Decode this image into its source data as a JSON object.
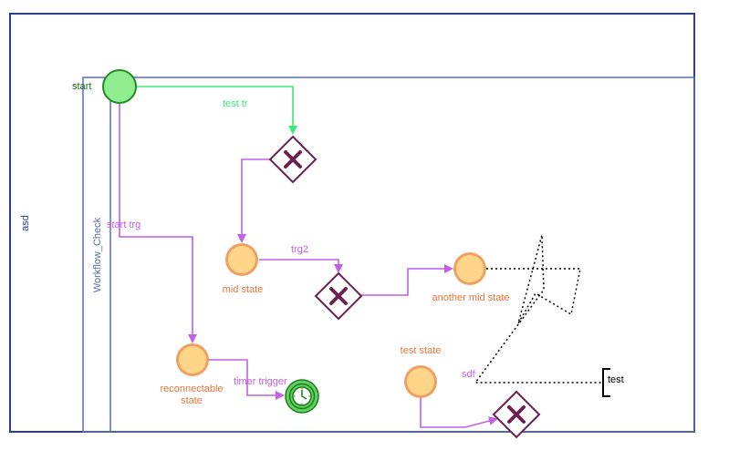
{
  "pool": {
    "label": "asd",
    "lane_label": "Workflow_Check",
    "border_color": "#2e3d8f",
    "lane_color": "#5a6fb5"
  },
  "colors": {
    "start_fill": "#90ee90",
    "start_stroke": "#228b22",
    "state_fill": "#ffd58a",
    "state_stroke": "#f0a060",
    "state_label": "#e8743b",
    "gateway_stroke": "#6b2150",
    "flow_purple": "#c061e8",
    "flow_green": "#3ee87a",
    "timer_fill": "#5fd35f",
    "timer_stroke": "#1e7a1e",
    "annotation": "#000000"
  },
  "nodes": {
    "start": {
      "label": "start",
      "shape": "start-event"
    },
    "gateway_top": {
      "shape": "exclusive-gateway",
      "icon": "x-icon"
    },
    "mid_state": {
      "label": "mid state",
      "shape": "state"
    },
    "gateway_mid": {
      "shape": "exclusive-gateway",
      "icon": "x-icon"
    },
    "another_mid_state": {
      "label": "another mid state",
      "shape": "state"
    },
    "reconnectable_state": {
      "label_line1": "reconnectable",
      "label_line2": "state",
      "shape": "state"
    },
    "timer": {
      "shape": "timer-event",
      "icon": "clock-icon"
    },
    "test_state": {
      "label": "test state",
      "shape": "state"
    },
    "gateway_bottom": {
      "shape": "exclusive-gateway",
      "icon": "x-icon"
    }
  },
  "edges": {
    "test_tr": {
      "label": "test tr",
      "color": "green"
    },
    "start_trg": {
      "label": "start trg",
      "color": "purple"
    },
    "trg2": {
      "label": "trg2",
      "color": "purple"
    },
    "timer_trigger": {
      "label": "timer trigger",
      "color": "purple"
    },
    "sdf": {
      "label": "sdf",
      "color": "purple"
    }
  },
  "annotation": {
    "label": "test"
  }
}
